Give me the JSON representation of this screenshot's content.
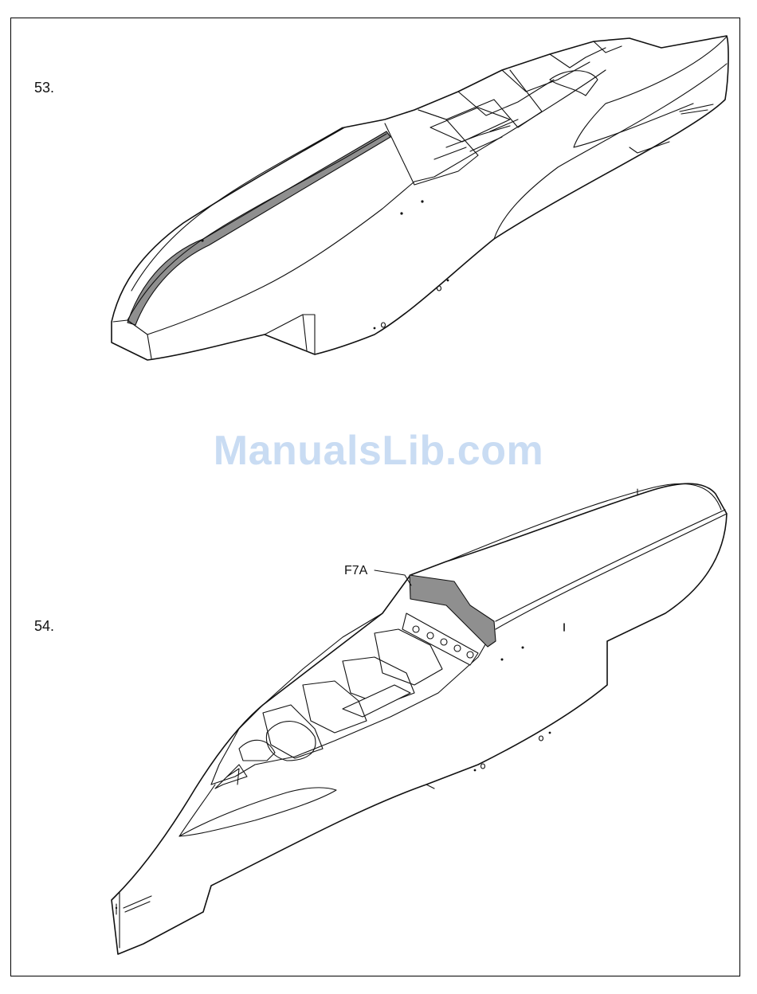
{
  "steps": [
    {
      "number": "53."
    },
    {
      "number": "54.",
      "callout": "F7A"
    }
  ],
  "watermark": "ManualsLib.com",
  "colors": {
    "part_highlight": "#8f8f8f",
    "watermark": "#c9dcf3",
    "line": "#111111"
  }
}
